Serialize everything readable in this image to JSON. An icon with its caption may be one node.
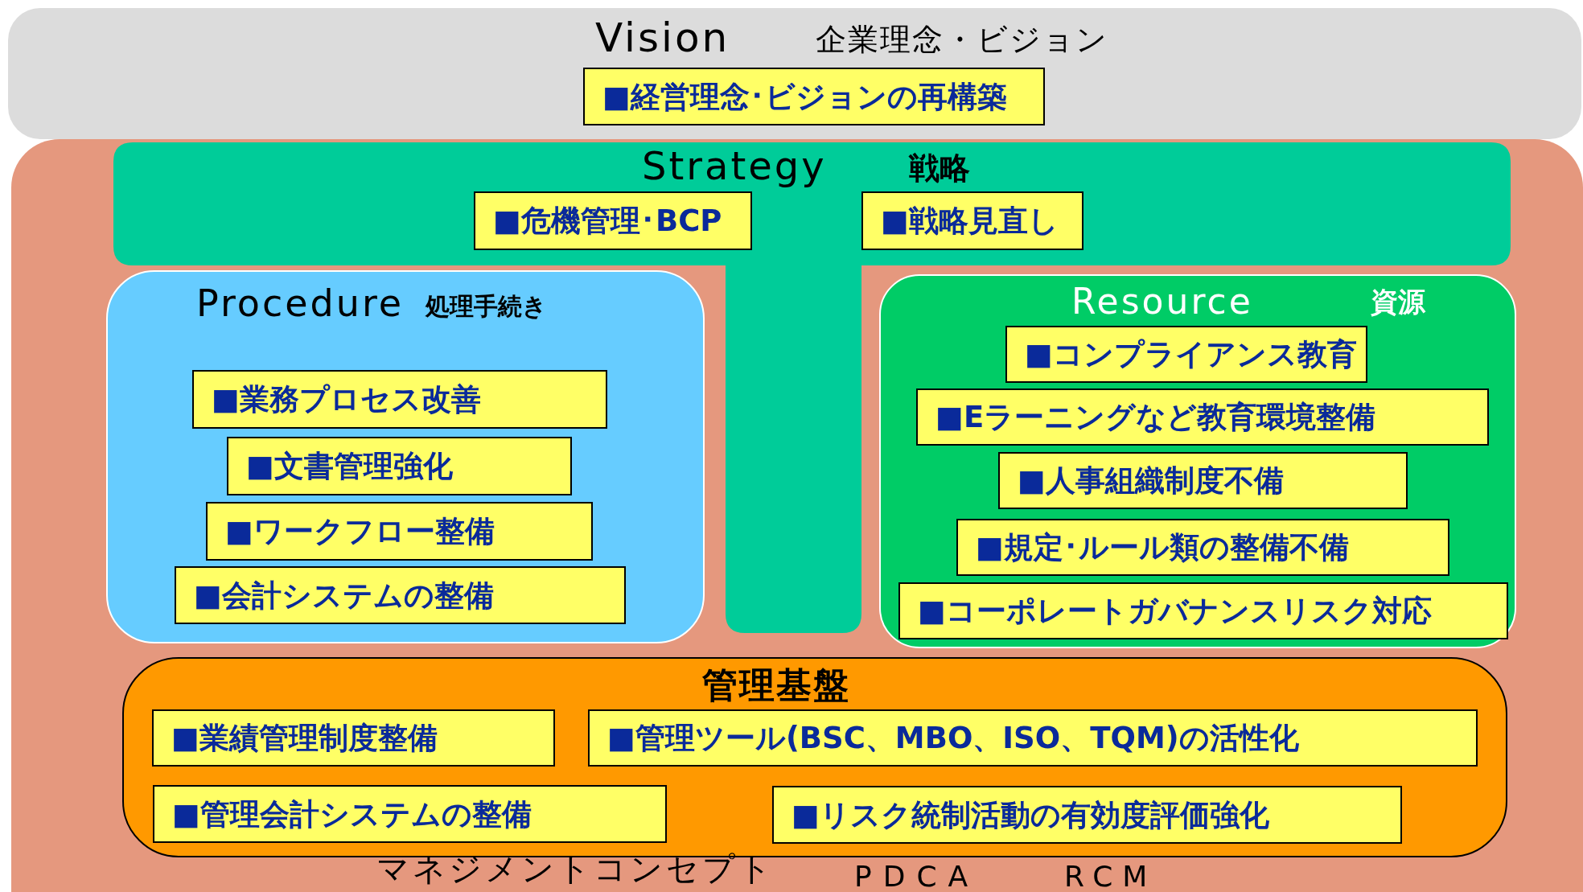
{
  "diagram": {
    "nodes": [
      {
        "text": [
          "Vision",
          "企業理念・ビジョン"
        ]
      },
      {
        "text": [
          "■経営理念･ビジョンの再構築"
        ],
        "in": 0
      },
      {
        "text": [
          "マネジメントコンセプト",
          "PDCA",
          "RCM"
        ]
      },
      {
        "text": [
          "Strategy",
          "戦略"
        ],
        "in": 2
      },
      {
        "text": [
          "■危機管理･BCP"
        ],
        "in": 3
      },
      {
        "text": [
          "■戦略見直し"
        ],
        "in": 3
      },
      {
        "text": [
          "Procedure",
          "処理手続き"
        ],
        "in": 2
      },
      {
        "text": [
          "■業務プロセス改善"
        ],
        "in": 6
      },
      {
        "text": [
          "■文書管理強化"
        ],
        "in": 6
      },
      {
        "text": [
          "■ワークフロー整備"
        ],
        "in": 6
      },
      {
        "text": [
          "■会計システムの整備"
        ],
        "in": 6
      },
      {
        "text": [
          "Resource",
          "資源"
        ],
        "in": 2
      },
      {
        "text": [
          "■コンプライアンス教育"
        ],
        "in": 11
      },
      {
        "text": [
          "■Eラーニングなど教育環境整備"
        ],
        "in": 11
      },
      {
        "text": [
          "■人事組織制度不備"
        ],
        "in": 11
      },
      {
        "text": [
          "■規定･ルール類の整備不備"
        ],
        "in": 11
      },
      {
        "text": [
          "■コーポレートガバナンスリスク対応"
        ],
        "in": 11
      },
      {
        "text": [
          "管理基盤"
        ],
        "in": 2
      },
      {
        "text": [
          "■業績管理制度整備"
        ],
        "in": 17
      },
      {
        "text": [
          "■管理ツール(BSC、MBO、ISO、TQM)の活性化"
        ],
        "in": 17
      },
      {
        "text": [
          "■管理会計システムの整備"
        ],
        "in": 17
      },
      {
        "text": [
          "■リスク統制活動の有効度評価強化"
        ],
        "in": 17
      }
    ],
    "edges": []
  }
}
